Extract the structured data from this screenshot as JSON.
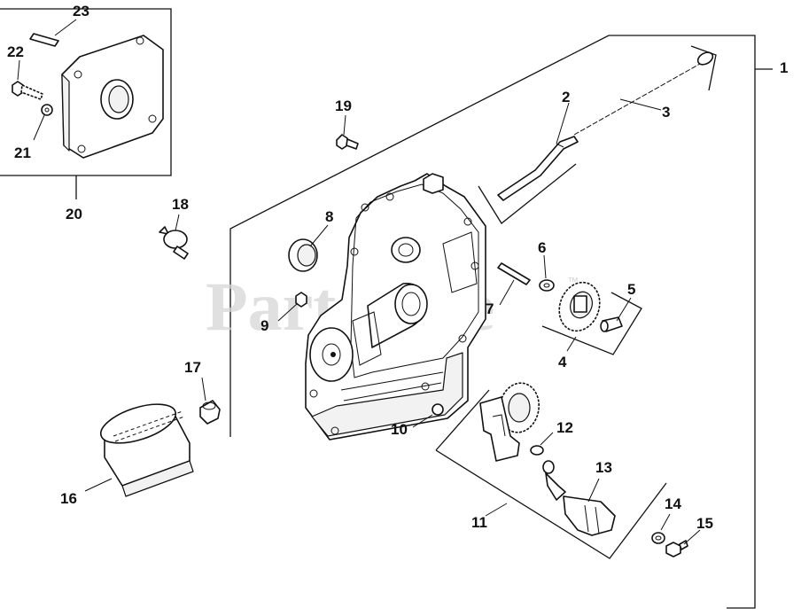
{
  "watermark": {
    "text": "PartsTree",
    "trademark": "™"
  },
  "callouts": {
    "c1": "1",
    "c2": "2",
    "c3": "3",
    "c4": "4",
    "c5": "5",
    "c6": "6",
    "c7": "7",
    "c8": "8",
    "c9": "9",
    "c10": "10",
    "c11": "11",
    "c12": "12",
    "c13": "13",
    "c14": "14",
    "c15": "15",
    "c16": "16",
    "c17": "17",
    "c18": "18",
    "c19": "19",
    "c20": "20",
    "c21": "21",
    "c22": "22",
    "c23": "23"
  },
  "parts": [
    {
      "ref": "1",
      "icon": "crankcase-cover-assembly-icon"
    },
    {
      "ref": "2",
      "icon": "dipstick-tube-icon"
    },
    {
      "ref": "3",
      "icon": "dipstick-icon"
    },
    {
      "ref": "4",
      "icon": "governor-gear-assembly-icon"
    },
    {
      "ref": "5",
      "icon": "governor-gear-pin-icon"
    },
    {
      "ref": "6",
      "icon": "washer-icon"
    },
    {
      "ref": "7",
      "icon": "cross-shaft-pin-icon"
    },
    {
      "ref": "8",
      "icon": "oil-seal-icon"
    },
    {
      "ref": "9",
      "icon": "nut-icon"
    },
    {
      "ref": "10",
      "icon": "o-ring-icon"
    },
    {
      "ref": "11",
      "icon": "oil-pump-assembly-icon"
    },
    {
      "ref": "12",
      "icon": "o-ring-icon"
    },
    {
      "ref": "13",
      "icon": "oil-pickup-icon"
    },
    {
      "ref": "14",
      "icon": "washer-icon"
    },
    {
      "ref": "15",
      "icon": "bolt-icon"
    },
    {
      "ref": "16",
      "icon": "oil-filter-icon"
    },
    {
      "ref": "17",
      "icon": "filter-nipple-icon"
    },
    {
      "ref": "18",
      "icon": "oil-pressure-switch-icon"
    },
    {
      "ref": "19",
      "icon": "screw-icon"
    },
    {
      "ref": "20",
      "icon": "adapter-plate-kit-icon"
    },
    {
      "ref": "21",
      "icon": "washer-icon"
    },
    {
      "ref": "22",
      "icon": "screw-icon"
    },
    {
      "ref": "23",
      "icon": "dowel-pin-icon"
    }
  ]
}
